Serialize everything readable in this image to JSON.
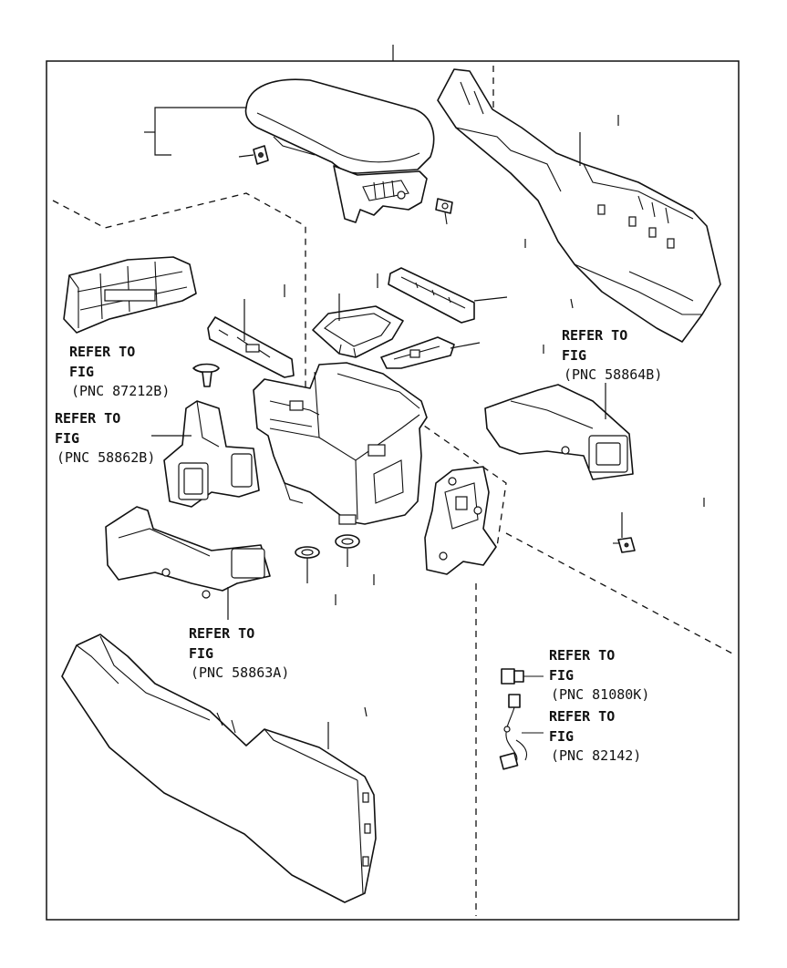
{
  "diagram": {
    "references": [
      {
        "id": "ref-87212b",
        "line1": "REFER TO",
        "line2": "FIG",
        "line3": "(PNC 87212B)"
      },
      {
        "id": "ref-58862b",
        "line1": "REFER TO",
        "line2": "FIG",
        "line3": "(PNC 58862B)"
      },
      {
        "id": "ref-58864b",
        "line1": "REFER TO",
        "line2": "FIG",
        "line3": "(PNC 58864B)"
      },
      {
        "id": "ref-58863a",
        "line1": "REFER TO",
        "line2": "FIG",
        "line3": "(PNC 58863A)"
      },
      {
        "id": "ref-81080k",
        "line1": "REFER TO",
        "line2": "FIG",
        "line3": "(PNC 81080K)"
      },
      {
        "id": "ref-82142",
        "line1": "REFER TO",
        "line2": "FIG",
        "line3": "(PNC 82142)"
      }
    ]
  }
}
